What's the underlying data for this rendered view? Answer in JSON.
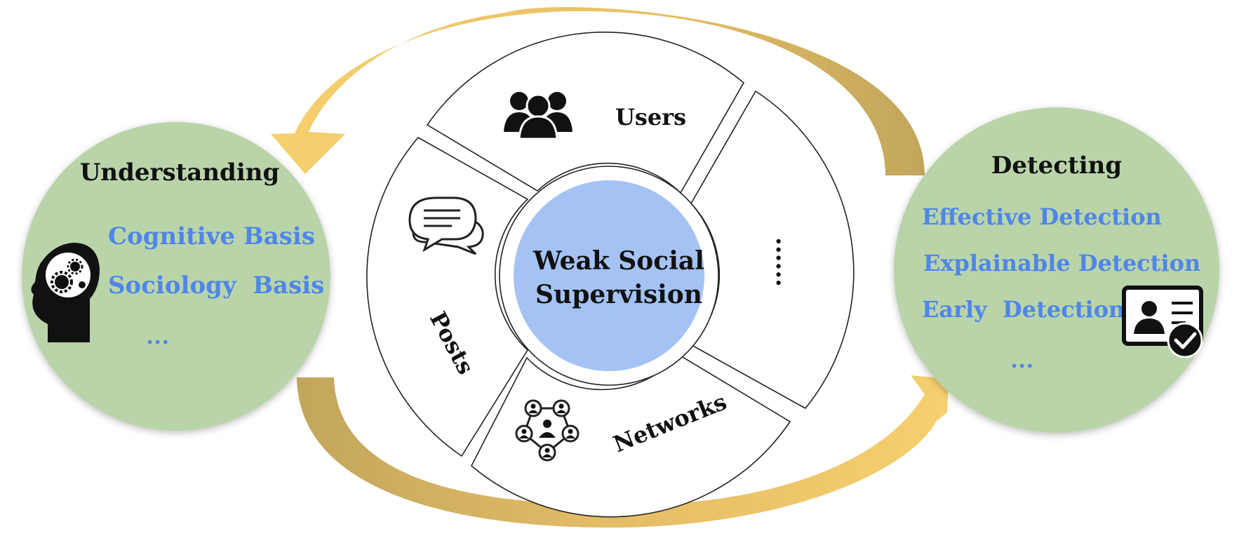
{
  "center": {
    "line1": "Weak Social",
    "line2": "Supervision"
  },
  "segments": {
    "users": "Users",
    "posts": "Posts",
    "networks": "Networks",
    "more": "......"
  },
  "understanding": {
    "title": "Understanding",
    "items": [
      "Cognitive Basis",
      "Sociology  Basis",
      "..."
    ]
  },
  "detecting": {
    "title": "Detecting",
    "items": [
      "Effective Detection",
      "Explainable Detection",
      "Early  Detection",
      "..."
    ]
  },
  "colors": {
    "left_right_circle": "#b9d4a9",
    "center_circle": "#a4c3f4",
    "arrow_light": "#f6d06e",
    "arrow_dark": "#c5a95a",
    "blue_text": "#4f86e8"
  },
  "icons": {
    "users": "group-icon",
    "posts": "chat-bubbles-icon",
    "networks": "network-icon",
    "understanding": "head-gears-icon",
    "detecting": "id-card-check-icon"
  }
}
